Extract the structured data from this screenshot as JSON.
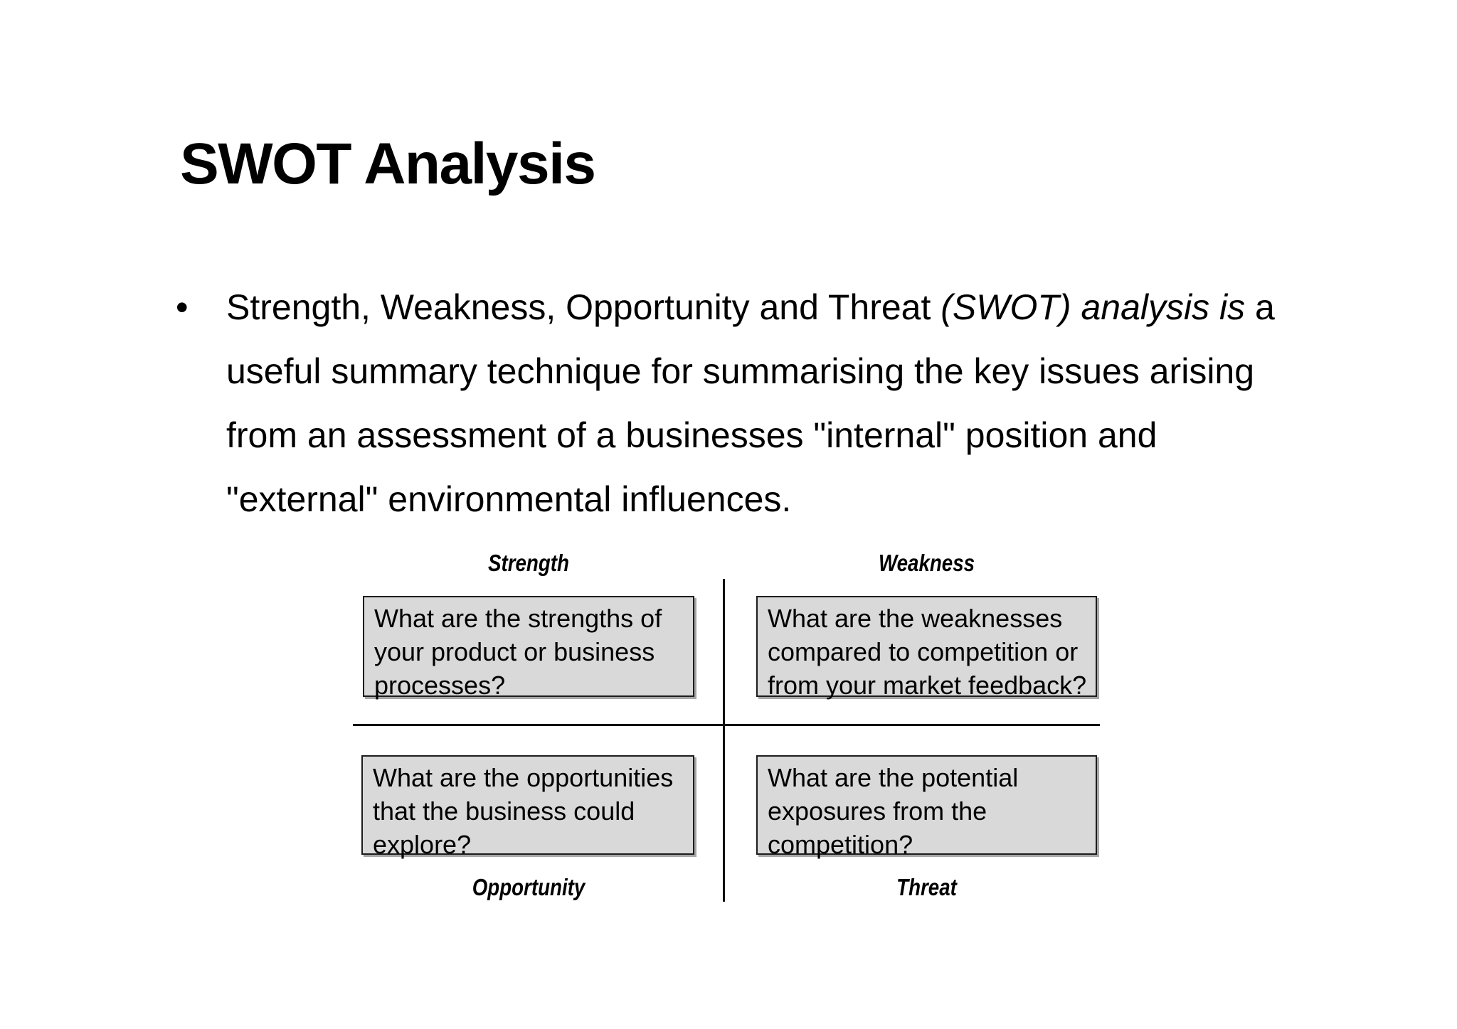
{
  "slide": {
    "title": "SWOT Analysis",
    "bullet": {
      "marker": "•",
      "line1_pre": "Strength, Weakness, Opportunity and Threat ",
      "line1_italic": "(SWOT) analysis is",
      "line1_post": " a",
      "line2": "useful summary technique for summarising the key issues arising",
      "line3": "from an assessment of a businesses \"internal\" position and",
      "line4": "\"external\" environmental influences."
    },
    "swot": {
      "colors": {
        "box_fill": "#d9d9d9",
        "box_border": "#1c1c1c",
        "divider_line": "#111111"
      },
      "quadrants": [
        {
          "id": "strength",
          "label": "Strength",
          "lines": [
            "What are the strengths of",
            "your product or business",
            "processes?"
          ]
        },
        {
          "id": "weakness",
          "label": "Weakness",
          "lines": [
            "What are the weaknesses",
            "compared to competition or",
            "from your market feedback?"
          ]
        },
        {
          "id": "opportunity",
          "label": "Opportunity",
          "lines": [
            "What are the opportunities",
            "that the business could",
            "explore?"
          ]
        },
        {
          "id": "threat",
          "label": "Threat",
          "lines": [
            "What are the potential",
            "exposures from the",
            "competition?"
          ]
        }
      ]
    }
  }
}
